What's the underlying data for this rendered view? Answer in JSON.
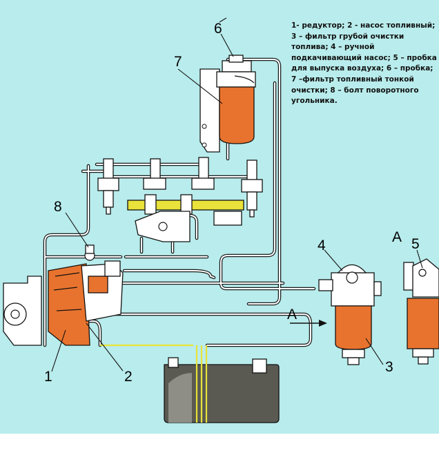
{
  "legend": {
    "text": "1- редуктор; 2 - насос топливный; 3 – фильтр грубой очистки топлива; 4 – ручной подкачивающий насос; 5 – пробка для выпуска воздуха; 6 – пробка; 7 –фильтр топливный тонкой очистки; 8 – болт поворотного угольника."
  },
  "callouts": {
    "c1": "1",
    "c2": "2",
    "c3": "3",
    "c4": "4",
    "c5": "5",
    "c6": "6",
    "c7": "7",
    "c8": "8"
  },
  "view_labels": {
    "arrow_a": "A",
    "view_a": "A"
  },
  "colors": {
    "background": "#b9ecec",
    "component_orange": "#e8732e",
    "tank_gray": "#5a5a52",
    "yellow_line": "#e8e23a"
  }
}
